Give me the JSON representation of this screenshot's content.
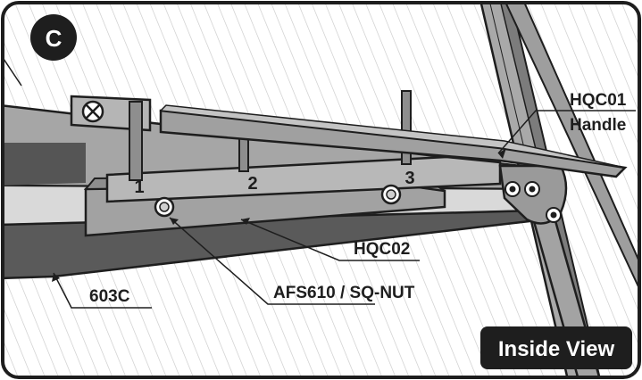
{
  "step_badge": "C",
  "view_label": "Inside View",
  "positions": [
    "1",
    "2",
    "3"
  ],
  "parts": {
    "handle_code": "HQC01",
    "handle_name": "Handle",
    "bracket": "HQC02",
    "fastener": "AFS610 / SQ-NUT",
    "frame": "603C"
  },
  "colors": {
    "frame_light": "#a4a4a4",
    "frame_dark": "#595959",
    "ink": "#1e1e1e",
    "background": "#ffffff"
  }
}
